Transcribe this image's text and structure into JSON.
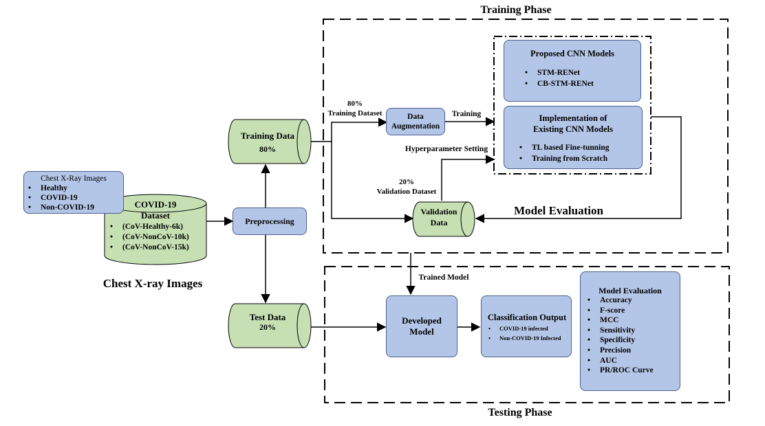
{
  "phases": {
    "training": "Training Phase",
    "testing": "Testing Phase",
    "model_evaluation": "Model Evaluation"
  },
  "source": {
    "title": "Chest X-Ray Images",
    "items": [
      "Healthy",
      "COVID-19",
      "Non-COVID-19"
    ]
  },
  "dataset": {
    "title": "COVID-19",
    "subtitle": "Dataset",
    "items": [
      "(CoV-Healthy-6k)",
      "(CoV-NonCoV-10k)",
      "(CoV-NonCoV-15k)"
    ]
  },
  "chest_caption": "Chest X-ray Images",
  "preprocessing": "Preprocessing",
  "training_data": {
    "title": "Training Data",
    "percent": "80%"
  },
  "test_data": {
    "title": "Test Data",
    "percent": "20%"
  },
  "split_training": {
    "percent": "80%",
    "label": "Training Dataset"
  },
  "data_augmentation": {
    "line1": "Data",
    "line2": "Augmentation"
  },
  "training_label": "Training",
  "hyperparameter_label": "Hyperparameter Setting",
  "split_validation": {
    "percent": "20%",
    "label": "Validation Dataset"
  },
  "validation_data": {
    "line1": "Validation",
    "line2": "Data"
  },
  "proposed": {
    "title": "Proposed CNN Models",
    "items": [
      "STM-RENet",
      "CB-STM-RENet"
    ]
  },
  "existing": {
    "title1": "Implementation of",
    "title2": "Existing CNN Models",
    "items": [
      "TL based Fine-tunning",
      "Training from Scratch"
    ]
  },
  "trained_model": "Trained Model",
  "developed_model": {
    "line1": "Developed",
    "line2": "Model"
  },
  "classification": {
    "title": "Classification Output",
    "items": [
      "COVID-19 infected",
      "Non-COVID-19 Infected"
    ]
  },
  "evaluation": {
    "title": "Model Evaluation",
    "items": [
      "Accuracy",
      "F-score",
      "MCC",
      "Sensitivity",
      "Specificity",
      "Precision",
      "AUC",
      "PR/ROC Curve"
    ]
  },
  "colors": {
    "blue_fill": "#b4c6e7",
    "green_fill": "#c6e0b4",
    "stroke": "#000000"
  }
}
